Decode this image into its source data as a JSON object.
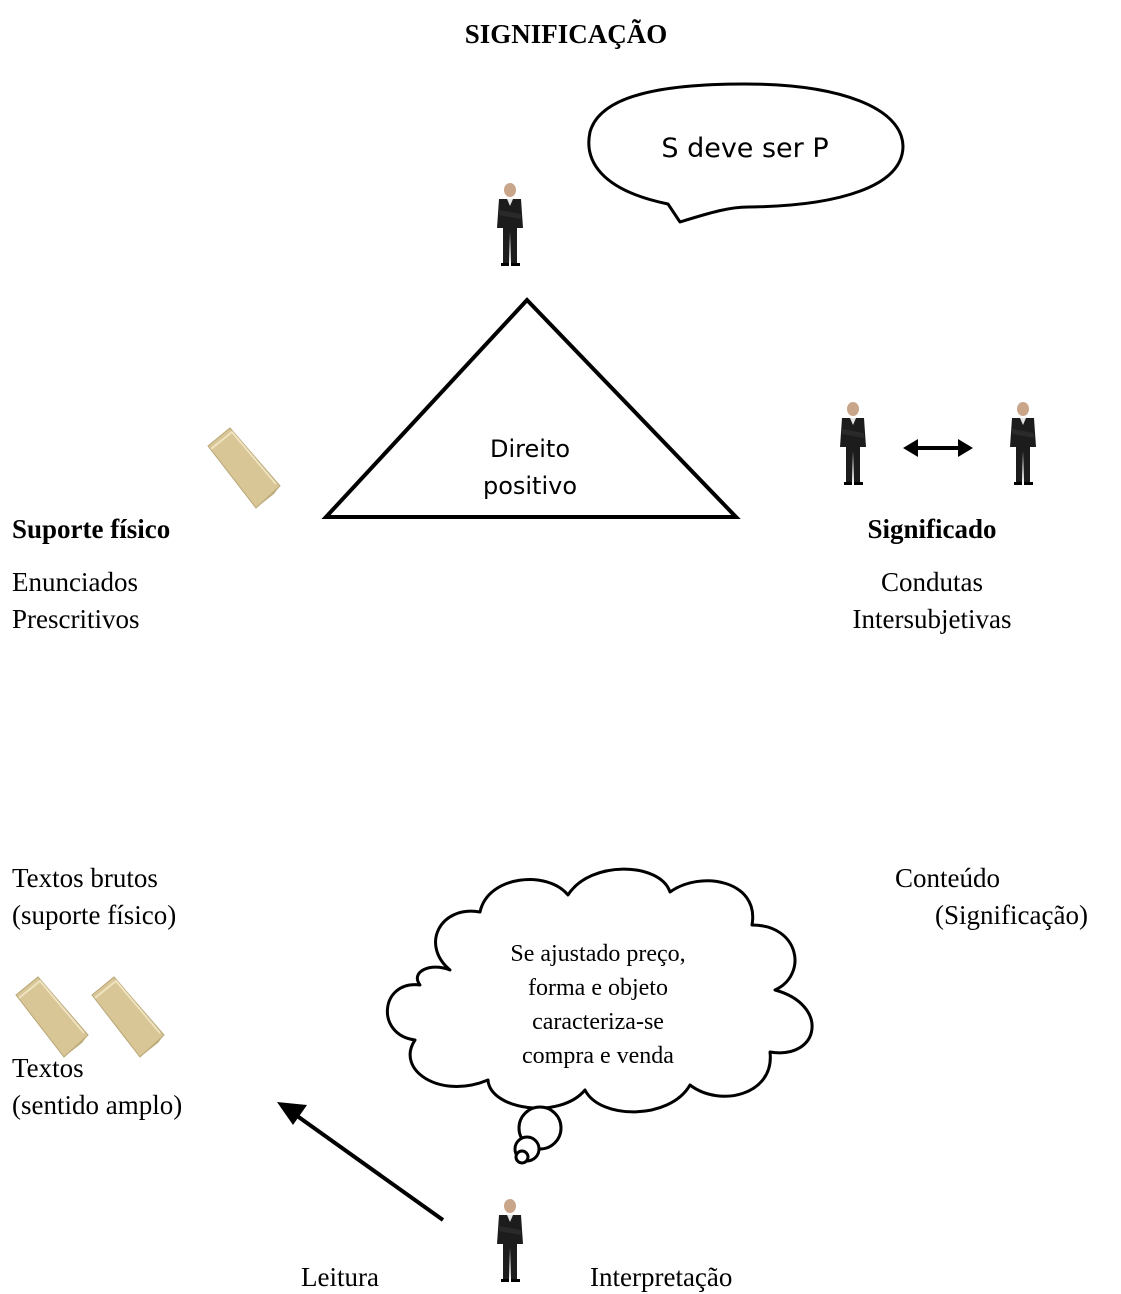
{
  "title": "SIGNIFICAÇÃO",
  "top": {
    "speech_bubble": "S deve ser P",
    "triangle_label_line1": "Direito",
    "triangle_label_line2": "positivo",
    "left_heading": "Suporte físico",
    "left_line1": "Enunciados",
    "left_line2": "Prescritivos",
    "right_heading": "Significado",
    "right_line1": "Condutas",
    "right_line2": "Intersubjetivas"
  },
  "bottom": {
    "raw_texts_line1": "Textos brutos",
    "raw_texts_line2": "(suporte físico)",
    "content_line1": "Conteúdo",
    "content_line2": "(Significação)",
    "texts_line1": "Textos",
    "texts_line2": "(sentido amplo)",
    "thought_line1": "Se ajustado preço,",
    "thought_line2": "forma e objeto",
    "thought_line3": "caracteriza-se",
    "thought_line4": "compra e venda",
    "reading_label": "Leitura",
    "interpretation_label": "Interpretação"
  },
  "icons": {
    "person": "person-icon",
    "paper": "paper-icon"
  },
  "colors": {
    "ink": "#000000",
    "paper": "#d9c79a",
    "suit": "#1a1a1a"
  }
}
